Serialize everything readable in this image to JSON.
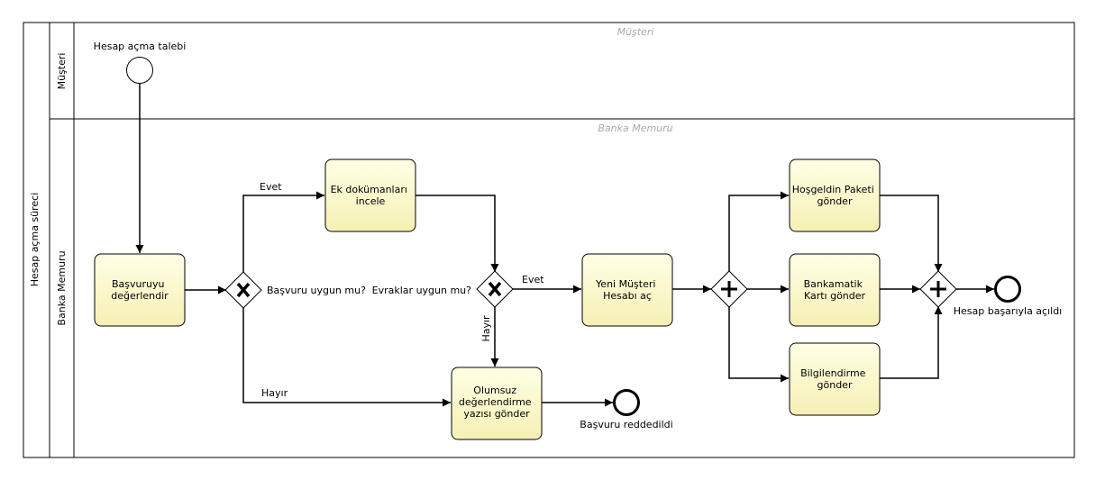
{
  "pool": {
    "label": "Hesap açma süreci"
  },
  "lanes": {
    "customer": {
      "label": "Müşteri",
      "title": "Müşteri"
    },
    "clerk": {
      "label": "Banka Memuru",
      "title": "Banka Memuru"
    }
  },
  "events": {
    "start": {
      "label": "Hesap açma talebi"
    },
    "end_rejected": {
      "label": "Başvuru reddedildi"
    },
    "end_success": {
      "label": "Hesap başarıyla açıldı"
    }
  },
  "tasks": {
    "evaluate": {
      "line1": "Başvuruyu",
      "line2": "değerlendir"
    },
    "extra_docs": {
      "line1": "Ek dokümanları",
      "line2": "incele"
    },
    "new_customer": {
      "line1": "Yeni Müşteri",
      "line2": "Hesabı aç"
    },
    "negative_letter": {
      "line1": "Olumsuz",
      "line2": "değerlendirme",
      "line3": "yazısı gönder"
    },
    "welcome_pack": {
      "line1": "Hoşgeldin Paketi",
      "line2": "gönder"
    },
    "atm_card": {
      "line1": "Bankamatik",
      "line2": "Kartı gönder"
    },
    "info": {
      "line1": "Bilgilendirme",
      "line2": "gönder"
    }
  },
  "gateways": {
    "application_ok": {
      "label": "Başvuru uygun mu?"
    },
    "documents_ok": {
      "label": "Evraklar uygun mu?"
    }
  },
  "flows": {
    "g1_yes": "Evet",
    "g1_no": "Hayır",
    "g2_yes": "Evet",
    "g2_no": "Hayır"
  },
  "colors": {
    "task_fill_top": "#ffffe8",
    "task_fill_bottom": "#f5f0b0",
    "stroke": "#000000",
    "lane_title": "#aaaaaa"
  }
}
